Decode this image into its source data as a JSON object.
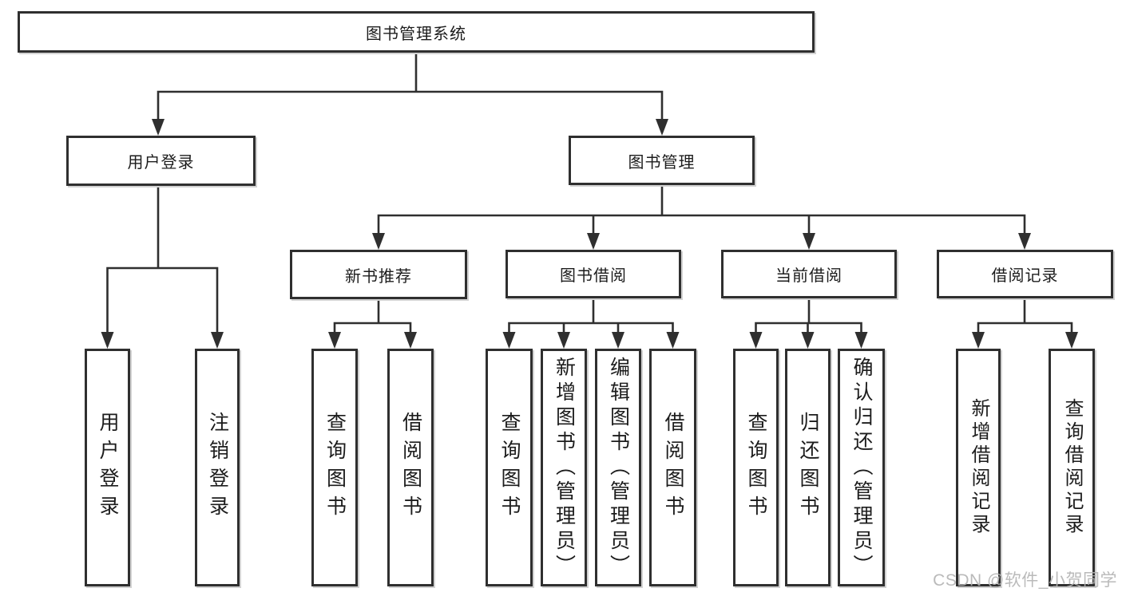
{
  "diagram": {
    "root": {
      "label": "图书管理系统"
    },
    "branches": [
      {
        "label": "用户登录",
        "leaves": [
          {
            "label": "用户登录"
          },
          {
            "label": "注销登录"
          }
        ]
      },
      {
        "label": "图书管理",
        "children": [
          {
            "label": "新书推荐",
            "leaves": [
              {
                "label": "查询图书"
              },
              {
                "label": "借阅图书"
              }
            ]
          },
          {
            "label": "图书借阅",
            "leaves": [
              {
                "label": "查询图书"
              },
              {
                "label": "新增图书（管理员）"
              },
              {
                "label": "编辑图书（管理员）"
              },
              {
                "label": "借阅图书"
              }
            ]
          },
          {
            "label": "当前借阅",
            "leaves": [
              {
                "label": "查询图书"
              },
              {
                "label": "归还图书"
              },
              {
                "label": "确认归还（管理员）"
              }
            ]
          },
          {
            "label": "借阅记录",
            "leaves": [
              {
                "label": "新增借阅记录"
              },
              {
                "label": "查询借阅记录"
              }
            ]
          }
        ]
      }
    ],
    "watermark": "CSDN @软件_小贺同学",
    "colors": {
      "line": "#2f2f2f",
      "box_border": "#2f2f2f",
      "text": "#1c1c1c",
      "watermark": "#b3b3b3",
      "background": "#ffffff"
    }
  }
}
